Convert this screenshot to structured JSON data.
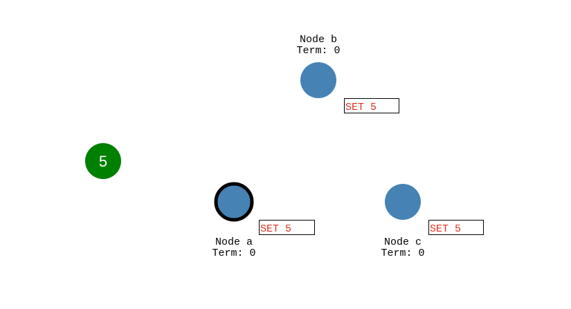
{
  "colors": {
    "node": "#4682b4",
    "client": "#008000",
    "log_text": "#e0301e",
    "leader_stroke": "#000000"
  },
  "client": {
    "value": "5"
  },
  "nodes": [
    {
      "id": "b",
      "name": "Node b",
      "term": "Term: 0",
      "log": "SET 5",
      "leader": false
    },
    {
      "id": "a",
      "name": "Node a",
      "term": "Term: 0",
      "log": "SET 5",
      "leader": true
    },
    {
      "id": "c",
      "name": "Node c",
      "term": "Term: 0",
      "log": "SET 5",
      "leader": false
    }
  ]
}
